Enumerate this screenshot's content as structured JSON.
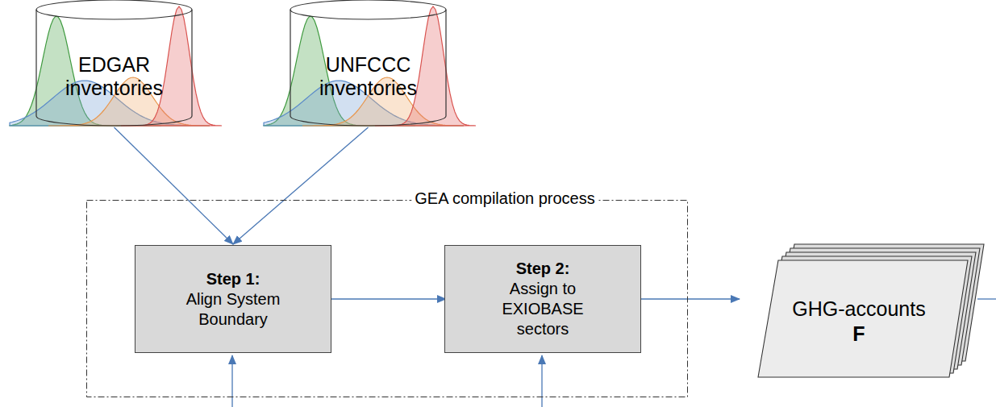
{
  "diagram": {
    "nodes": [
      {
        "text": [
          "EDGAR inventories"
        ]
      },
      {
        "text": [
          "UNFCCC inventories"
        ]
      },
      {
        "text": [
          "GEA compilation process"
        ]
      },
      {
        "text": [
          "Step 1:",
          "Align System Boundary"
        ],
        "in": 2
      },
      {
        "text": [
          "Step 2:",
          "Assign to EXIOBASE sectors"
        ],
        "in": 2
      },
      {
        "text": [
          "GHG-accounts",
          "F"
        ]
      }
    ],
    "edges": [
      {
        "from": 0,
        "to": 3,
        "arrow": "to"
      },
      {
        "from": 1,
        "to": 3,
        "arrow": "to"
      },
      {
        "from": 3,
        "to": 4,
        "arrow": "to"
      },
      {
        "from": 4,
        "to": 5,
        "arrow": "to"
      }
    ]
  }
}
